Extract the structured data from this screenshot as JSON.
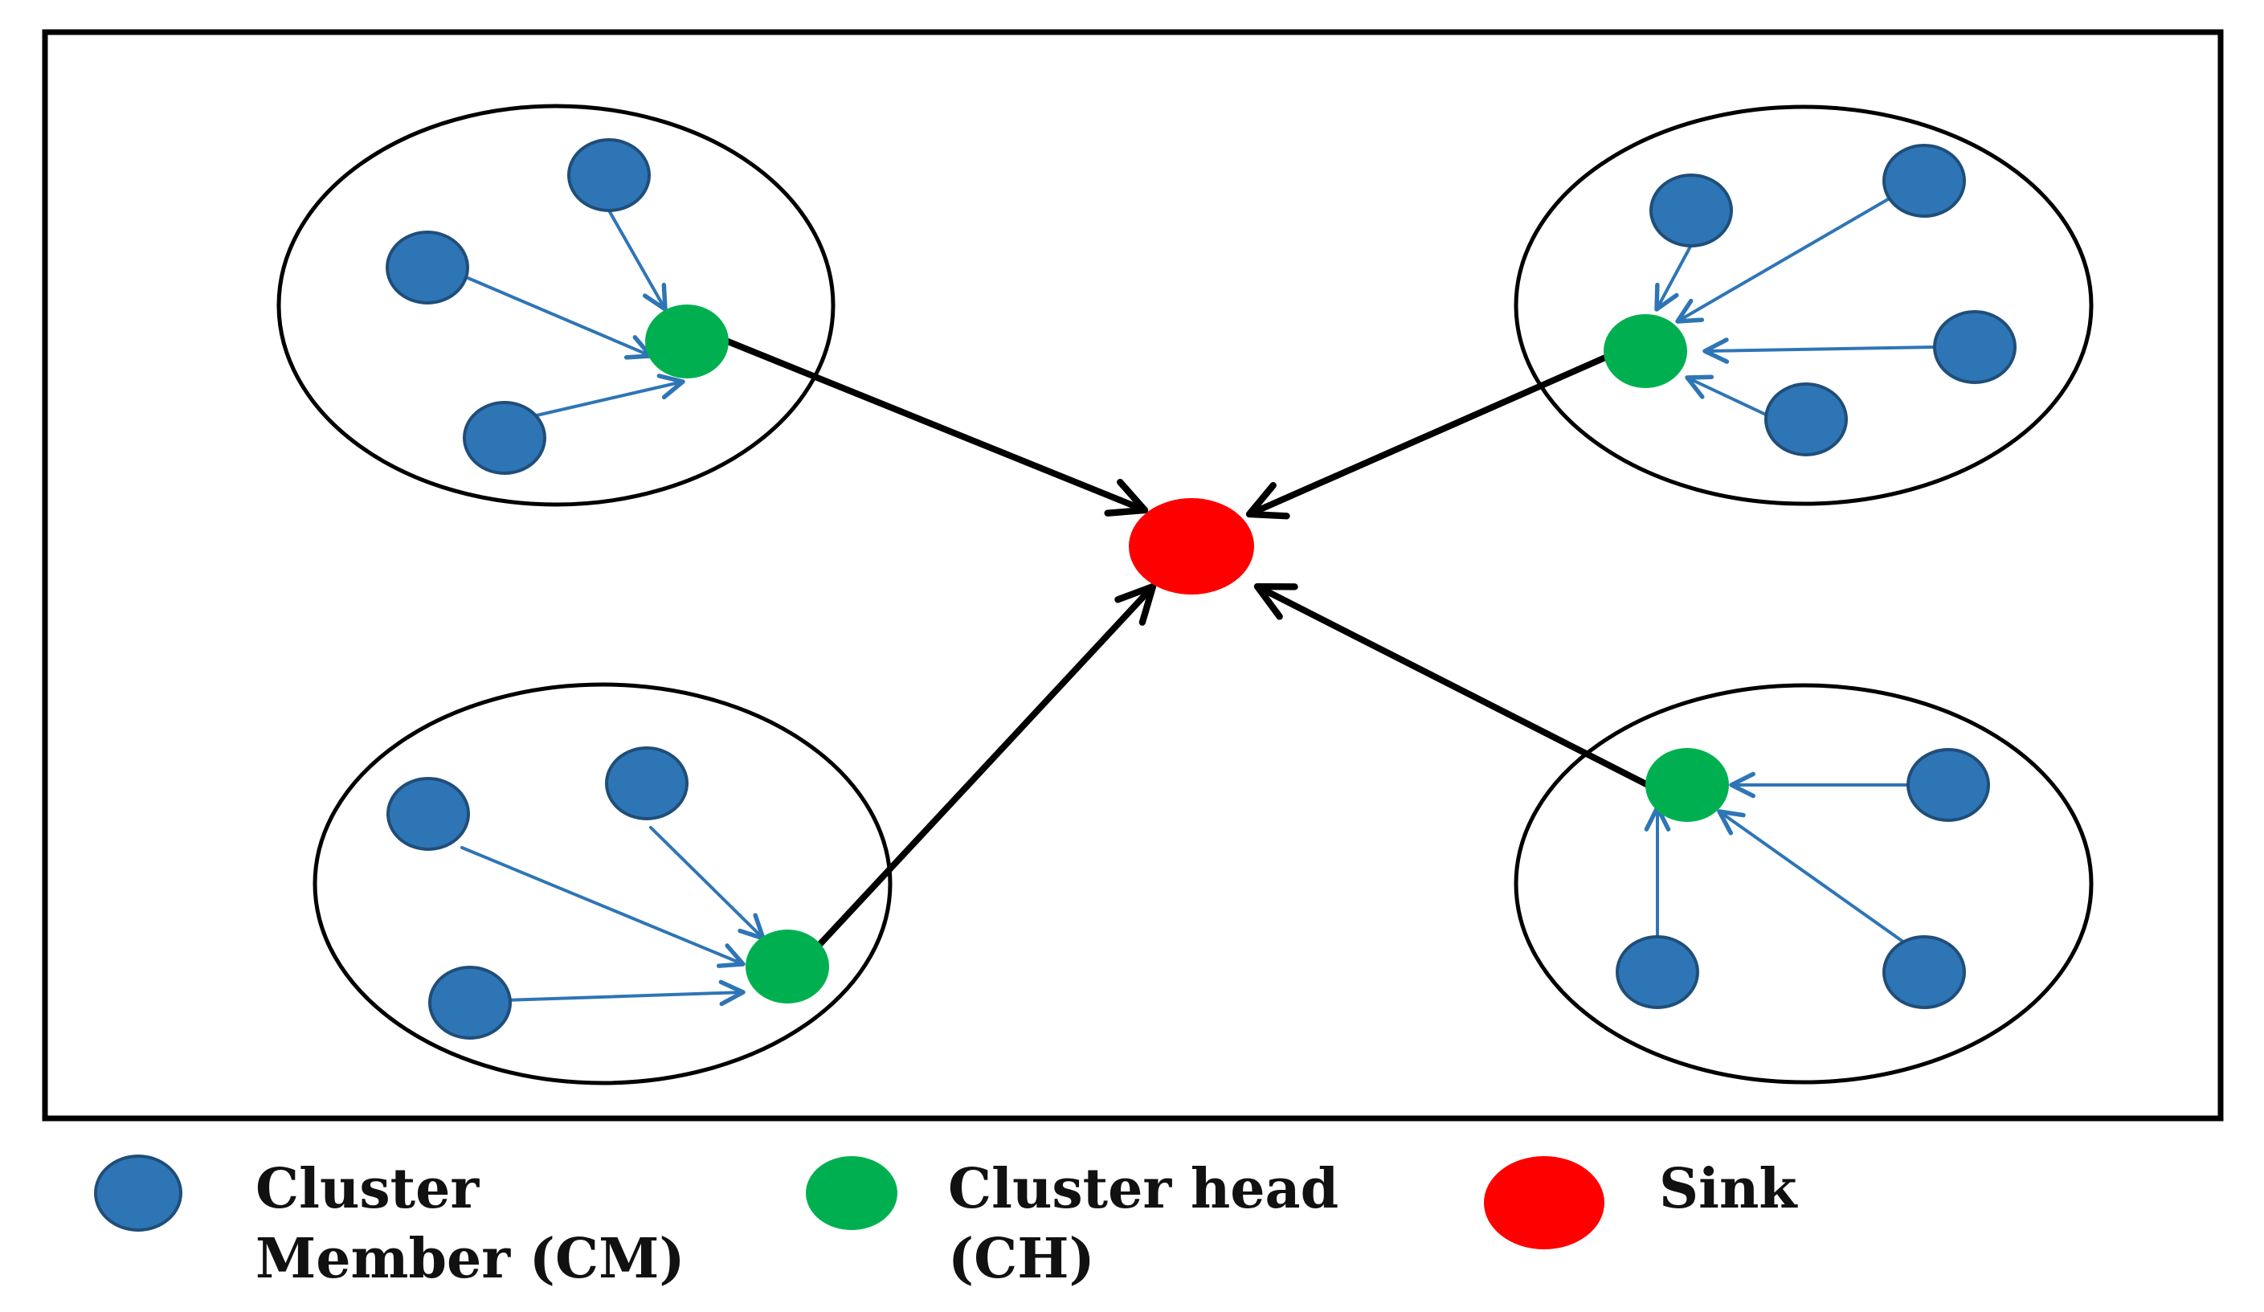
{
  "colors": {
    "member": "#2e75b6",
    "member_stroke": "#1f4e79",
    "head": "#00b050",
    "sink": "#ff0000",
    "intra_link": "#2e75b6",
    "to_sink": "#000000",
    "frame": "#000000"
  },
  "legend": {
    "member": {
      "line1": "Cluster",
      "line2": "Member (CM)"
    },
    "head": {
      "line1": "Cluster head",
      "line2": "(CH)"
    },
    "sink": {
      "line1": "Sink"
    }
  }
}
